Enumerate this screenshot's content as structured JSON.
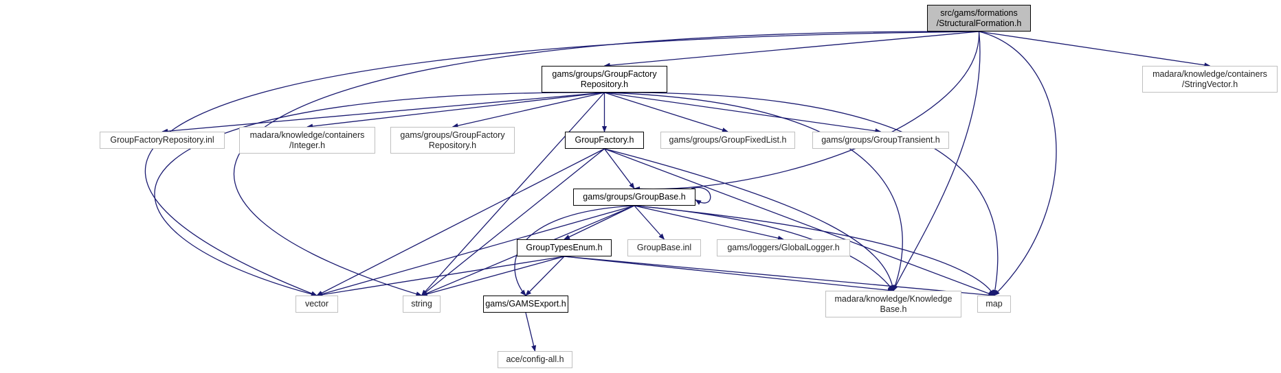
{
  "diagram": {
    "colors": {
      "edge": "#191970",
      "root_fill": "#bfbfbf",
      "linked_border": "#000000",
      "external_border": "#bfbfbf"
    },
    "nodes": [
      {
        "id": "root",
        "label": "src/gams/formations\n/StructuralFormation.h",
        "kind": "root"
      },
      {
        "id": "gfr",
        "label": "gams/groups/GroupFactory\nRepository.h",
        "kind": "linked"
      },
      {
        "id": "sv",
        "label": "madara/knowledge/containers\n/StringVector.h",
        "kind": "external"
      },
      {
        "id": "gfrinl",
        "label": "GroupFactoryRepository.inl",
        "kind": "external"
      },
      {
        "id": "int",
        "label": "madara/knowledge/containers\n/Integer.h",
        "kind": "external"
      },
      {
        "id": "gfr2",
        "label": "gams/groups/GroupFactory\nRepository.h",
        "kind": "external"
      },
      {
        "id": "gf",
        "label": "GroupFactory.h",
        "kind": "linked"
      },
      {
        "id": "gfl",
        "label": "gams/groups/GroupFixedList.h",
        "kind": "external"
      },
      {
        "id": "gt",
        "label": "gams/groups/GroupTransient.h",
        "kind": "external"
      },
      {
        "id": "gb",
        "label": "gams/groups/GroupBase.h",
        "kind": "linked"
      },
      {
        "id": "gte",
        "label": "GroupTypesEnum.h",
        "kind": "linked"
      },
      {
        "id": "gbinl",
        "label": "GroupBase.inl",
        "kind": "external"
      },
      {
        "id": "gl",
        "label": "gams/loggers/GlobalLogger.h",
        "kind": "external"
      },
      {
        "id": "vector",
        "label": "vector",
        "kind": "external"
      },
      {
        "id": "string",
        "label": "string",
        "kind": "external"
      },
      {
        "id": "ge",
        "label": "gams/GAMSExport.h",
        "kind": "linked"
      },
      {
        "id": "kb",
        "label": "madara/knowledge/Knowledge\nBase.h",
        "kind": "external"
      },
      {
        "id": "map",
        "label": "map",
        "kind": "external"
      },
      {
        "id": "ace",
        "label": "ace/config-all.h",
        "kind": "external"
      }
    ],
    "edges": [
      [
        "root",
        "gfr"
      ],
      [
        "root",
        "sv"
      ],
      [
        "root",
        "gb"
      ],
      [
        "root",
        "kb"
      ],
      [
        "root",
        "map"
      ],
      [
        "root",
        "vector"
      ],
      [
        "root",
        "string"
      ],
      [
        "gfr",
        "gfrinl"
      ],
      [
        "gfr",
        "int"
      ],
      [
        "gfr",
        "gfr2"
      ],
      [
        "gfr",
        "gf"
      ],
      [
        "gfr",
        "gfl"
      ],
      [
        "gfr",
        "gt"
      ],
      [
        "gfr",
        "vector"
      ],
      [
        "gfr",
        "string"
      ],
      [
        "gfr",
        "kb"
      ],
      [
        "gfr",
        "map"
      ],
      [
        "gf",
        "gb"
      ],
      [
        "gf",
        "vector"
      ],
      [
        "gf",
        "string"
      ],
      [
        "gf",
        "kb"
      ],
      [
        "gf",
        "map"
      ],
      [
        "gb",
        "gb"
      ],
      [
        "gb",
        "gte"
      ],
      [
        "gb",
        "gbinl"
      ],
      [
        "gb",
        "gl"
      ],
      [
        "gb",
        "vector"
      ],
      [
        "gb",
        "string"
      ],
      [
        "gb",
        "ge"
      ],
      [
        "gb",
        "kb"
      ],
      [
        "gb",
        "map"
      ],
      [
        "gte",
        "vector"
      ],
      [
        "gte",
        "string"
      ],
      [
        "gte",
        "ge"
      ],
      [
        "gte",
        "kb"
      ],
      [
        "gte",
        "map"
      ],
      [
        "ge",
        "ace"
      ]
    ]
  }
}
